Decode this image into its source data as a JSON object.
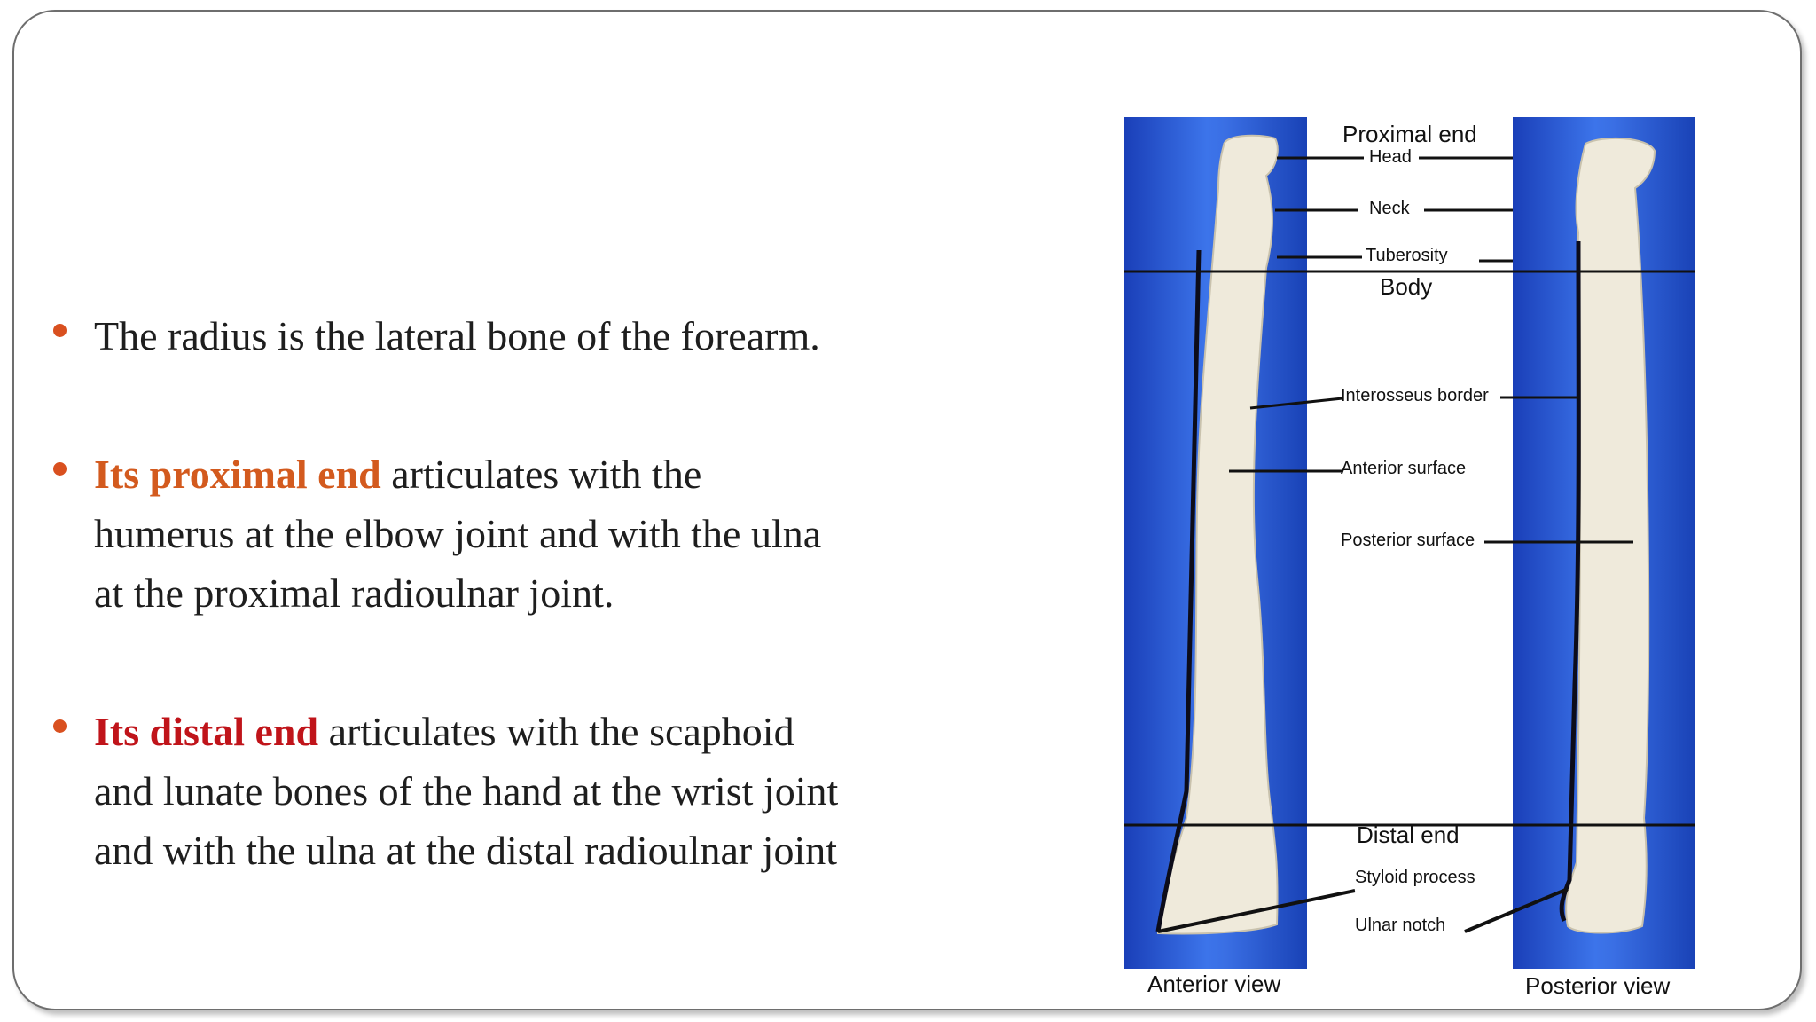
{
  "bullets": [
    {
      "highlight": "",
      "text": "The radius is the lateral bone of the forearm."
    },
    {
      "highlight": "Its proximal end",
      "text": " articulates with the humerus at the elbow joint and with the ulna at the proximal radioulnar joint."
    },
    {
      "highlight": "Its distal end",
      "text": " articulates with the scaphoid and lunate bones of the hand at the wrist joint and with the ulna at the distal radioulnar joint"
    }
  ],
  "figure": {
    "sections": {
      "proximal": "Proximal end",
      "body": "Body",
      "distal": "Distal end"
    },
    "labels": {
      "head": "Head",
      "neck": "Neck",
      "tuberosity": "Tuberosity",
      "interosseus_border": "Interosseus border",
      "anterior_surface": "Anterior surface",
      "posterior_surface": "Posterior surface",
      "styloid_process": "Styloid process",
      "ulnar_notch": "Ulnar notch"
    },
    "views": {
      "anterior": "Anterior view",
      "posterior": "Posterior view"
    }
  },
  "colors": {
    "bullet_dot": "#d9501f",
    "highlight_proximal": "#d35a1e",
    "highlight_distal": "#c0141a",
    "panel_blue": "#3a6fe4",
    "bone": "#efeadb"
  }
}
